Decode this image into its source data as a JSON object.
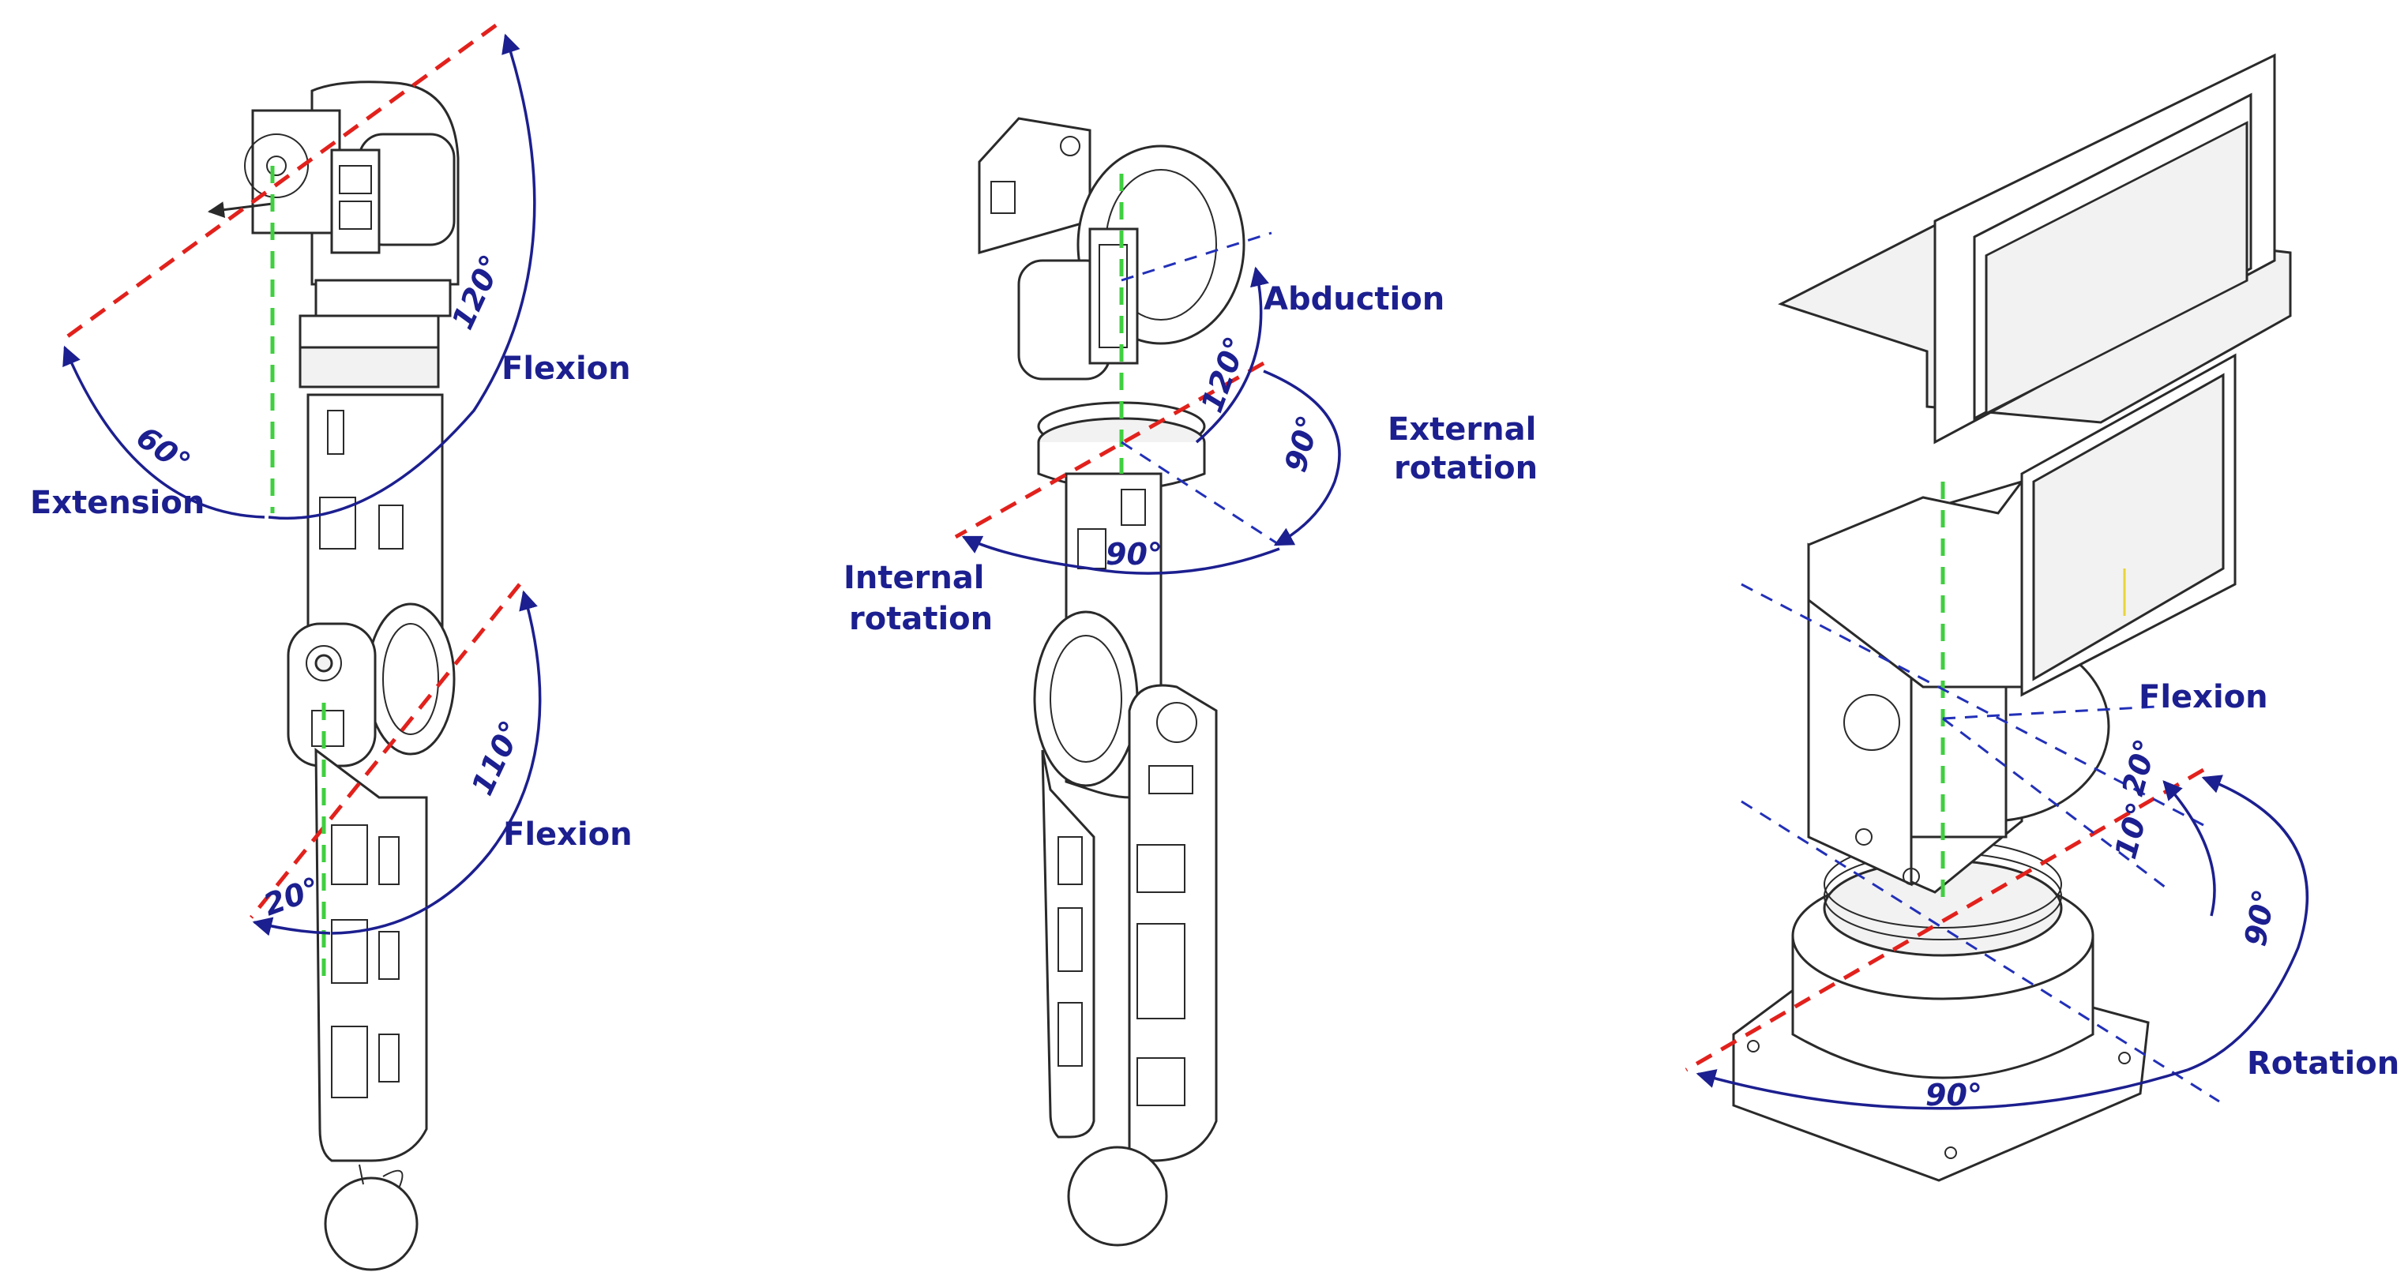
{
  "colors": {
    "label": "#1c1f8f",
    "red_axis": "#e2211c",
    "green_axis": "#3fcf3f",
    "blue_axis": "#2230b8",
    "line": "#2a2a2a"
  },
  "left_view": {
    "shoulder_flexion": "Flexion",
    "shoulder_flexion_angle": "120°",
    "shoulder_extension": "Extension",
    "shoulder_extension_angle": "60°",
    "elbow_flexion": "Flexion",
    "elbow_flexion_angle": "110°",
    "elbow_extension_angle": "20°"
  },
  "middle_view": {
    "abduction": "Abduction",
    "abduction_angle": "120°",
    "external_rotation_line1": "External",
    "external_rotation_line2": "rotation",
    "external_rotation_angle": "90°",
    "internal_rotation_line1": "Internal",
    "internal_rotation_line2": "rotation",
    "internal_rotation_angle": "90°"
  },
  "right_view": {
    "flexion": "Flexion",
    "flexion_angle": "20°",
    "extension_angle": "10°",
    "rotation": "Rotation",
    "rotation_angle_side": "90°",
    "rotation_angle_bottom": "90°"
  }
}
